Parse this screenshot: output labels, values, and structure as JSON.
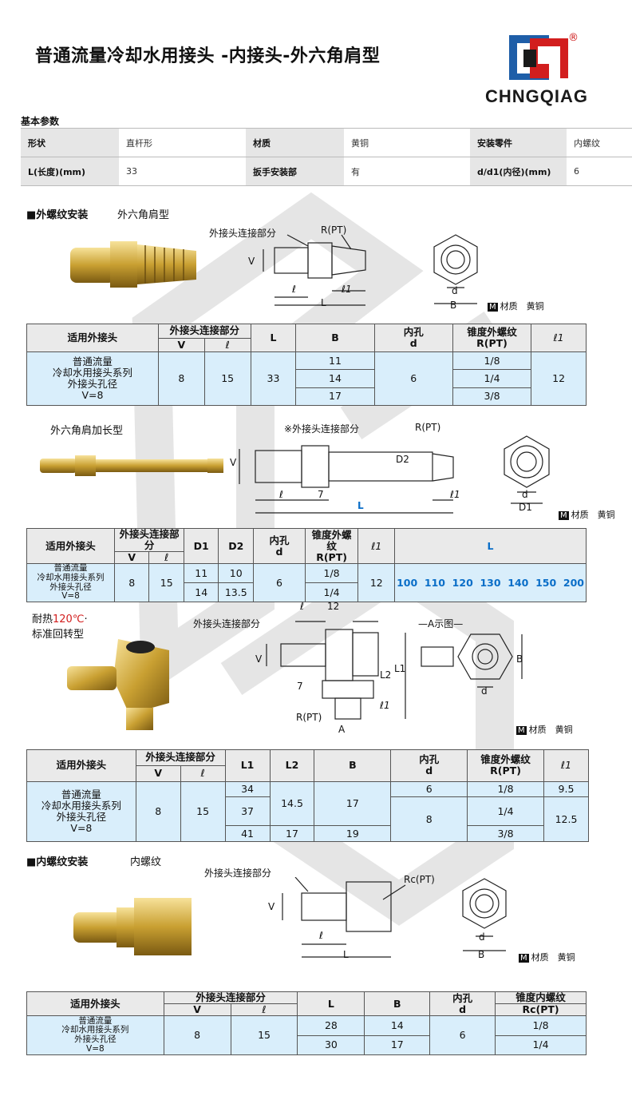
{
  "title": "普通流量冷却水用接头 -内接头-外六角肩型",
  "brand": {
    "name": "CHNGQIAG",
    "mark": "®"
  },
  "basic": {
    "label": "基本参数",
    "rows": [
      [
        "形状",
        "直杆形",
        "材质",
        "黄铜",
        "安装零件",
        "内螺纹"
      ],
      [
        "L(长度)(mm)",
        "33",
        "扳手安装部",
        "有",
        "d/d1(内径)(mm)",
        "6"
      ]
    ]
  },
  "sec1": {
    "heading": "■外螺纹安装",
    "sub": "外六角肩型",
    "d_conn": "外接头连接部分",
    "d_r": "R(PT)",
    "d_v": "V",
    "d_l": "ℓ",
    "d_l1": "ℓ1",
    "d_L": "L",
    "d_d": "d",
    "d_B": "B",
    "material": "材质　黄铜",
    "table": {
      "h_app": "适用外接头",
      "h_part": "外接头连接部分",
      "h_v": "V",
      "h_l": "ℓ",
      "h_L": "L",
      "h_B": "B",
      "h_bore": "内孔",
      "h_d": "d",
      "h_taper": "锥度外螺纹",
      "h_r": "R(PT)",
      "h_l1": "ℓ1",
      "app": "普通流量\n冷却水用接头系列\n外接头孔径\nV=8",
      "v": "8",
      "l": "15",
      "L": "33",
      "B": [
        "11",
        "14",
        "17"
      ],
      "d": "6",
      "R": [
        "1/8",
        "1/4",
        "3/8"
      ],
      "l1": "12"
    }
  },
  "sec2": {
    "sub": "外六角肩加长型",
    "d_conn": "※外接头连接部分",
    "d_r": "R(PT)",
    "d_v": "V",
    "d_l": "ℓ",
    "d_7": "7",
    "d_l1": "ℓ1",
    "d_L": "L",
    "d_D2": "D2",
    "d_d": "d",
    "d_D1": "D1",
    "material": "材质　黄铜",
    "table": {
      "h_app": "适用外接头",
      "h_part": "外接头连接部分",
      "h_v": "V",
      "h_l": "ℓ",
      "h_D1": "D1",
      "h_D2": "D2",
      "h_bore": "内孔",
      "h_d": "d",
      "h_taper": "锥度外螺纹",
      "h_r": "R(PT)",
      "h_l1": "ℓ1",
      "h_L": "L",
      "app": "普通流量\n冷却水用接头系列\n外接头孔径\nV=8",
      "v": "8",
      "l": "15",
      "D1": [
        "11",
        "14"
      ],
      "D2": [
        "10",
        "13.5"
      ],
      "d": "6",
      "R": [
        "1/8",
        "1/4"
      ],
      "l1": "12",
      "L": "100  110  120  130  140  150  200"
    }
  },
  "sec3": {
    "sub_a": "耐热",
    "sub_temp": "120℃",
    "sub_b": "·",
    "sub_c": "标准回转型",
    "d_conn": "外接头连接部分",
    "d_l": "ℓ",
    "d_12": "12",
    "d_aview": "—A示图—",
    "d_v": "V",
    "d_L2": "L2",
    "d_L1": "L1",
    "d_7": "7",
    "d_l1": "ℓ1",
    "d_r": "R(PT)",
    "d_a": "A",
    "d_d": "d",
    "d_B": "B",
    "material": "材质　黄铜",
    "table": {
      "h_app": "适用外接头",
      "h_part": "外接头连接部分",
      "h_v": "V",
      "h_l": "ℓ",
      "h_L1": "L1",
      "h_L2": "L2",
      "h_B": "B",
      "h_bore": "内孔",
      "h_d": "d",
      "h_taper": "锥度外螺纹",
      "h_r": "R(PT)",
      "h_l1": "ℓ1",
      "app": "普通流量\n冷却水用接头系列\n外接头孔径\nV=8",
      "v": "8",
      "l": "15",
      "L1": [
        "34",
        "37",
        "41"
      ],
      "L2": [
        "14.5",
        "17"
      ],
      "B": [
        "17",
        "19"
      ],
      "d": [
        "6",
        "8"
      ],
      "R": [
        "1/8",
        "1/4",
        "3/8"
      ],
      "l1": [
        "9.5",
        "12.5"
      ]
    }
  },
  "sec4": {
    "heading": "■内螺纹安装",
    "sub": "内螺纹",
    "d_conn": "外接头连接部分",
    "d_rc": "Rc(PT)",
    "d_v": "V",
    "d_l": "ℓ",
    "d_L": "L",
    "d_d": "d",
    "d_B": "B",
    "material": "材质　黄铜",
    "table": {
      "h_app": "适用外接头",
      "h_part": "外接头连接部分",
      "h_v": "V",
      "h_l": "ℓ",
      "h_L": "L",
      "h_B": "B",
      "h_bore": "内孔",
      "h_d": "d",
      "h_taper": "锥度内螺纹",
      "h_rc": "Rc(PT)",
      "app": "普通流量\n冷却水用接头系列\n外接头孔径\nV=8",
      "v": "8",
      "l": "15",
      "L": [
        "28",
        "30"
      ],
      "B": [
        "14",
        "17"
      ],
      "d": "6",
      "Rc": [
        "1/8",
        "1/4"
      ]
    }
  },
  "colors": {
    "table_head": "#eaeaea",
    "table_body": "#d9eefb",
    "accent_blue": "#0a6ec8",
    "accent_red": "#d21e1e",
    "brass": "#c9a032"
  }
}
